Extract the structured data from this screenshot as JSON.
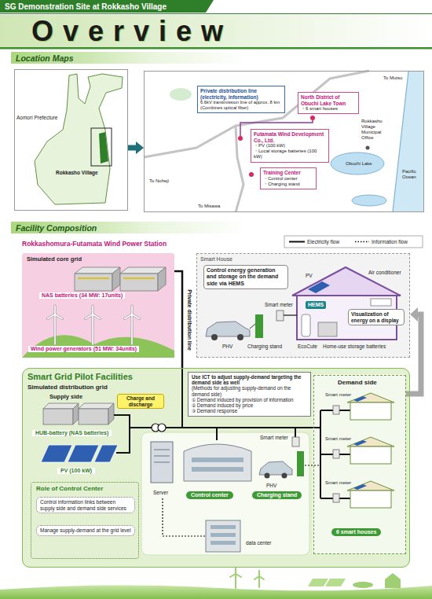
{
  "diagram": {
    "title": "Overview",
    "nodes": [
      {
        "text": [
          "Aomori Prefecture",
          "Rokkasho Village"
        ]
      },
      {
        "text": [
          "To Mutsu",
          "Obuchi Lake",
          "Rokkasho Village Municipal Office",
          "Pacific Ocean",
          "To Misawa",
          "To Noheji"
        ]
      },
      {
        "text": [
          "Private distribution line (electricity, information)",
          "6.6kV transmission line of approx. 8 km (Combines optical fiber)"
        ],
        "in": 1
      },
      {
        "text": [
          "North District of Obuchi Lake Town",
          "・6 smart houses"
        ],
        "in": 1
      },
      {
        "text": [
          "Futamata Wind Development Co., Ltd.",
          "・PV (100 kW)",
          "・Local storage batteries (100 kW)"
        ],
        "in": 1
      },
      {
        "text": [
          "Training Center",
          "・Control center",
          "・Charging stand"
        ],
        "in": 1
      },
      {
        "text": [
          "Rokkashomura-Futamata Wind Power Station",
          "Simulated core grid",
          "NAS batteries (34 MW: 17units)",
          "Wind power generators (51 MW: 34units)"
        ]
      },
      {
        "text": [
          "Smart House",
          "Air conditioner",
          "Smart meter",
          "PV",
          "PHV",
          "Charging stand",
          "EcoCute",
          "Home-use storage batteries"
        ]
      },
      {
        "text": [
          "Control energy generation and storage on the demand side via HEMS"
        ],
        "in": 7
      },
      {
        "text": [
          "HEMS"
        ],
        "in": 7
      },
      {
        "text": [
          "Visualization of energy on a display"
        ],
        "in": 7
      },
      {
        "text": [
          "Smart Grid Pilot Facilities",
          "Simulated distribution grid",
          "Supply side",
          "HUB-battery (NAS batteries)",
          "PV (100 kW)",
          "Server",
          "Smart meter",
          "PHV",
          "data center"
        ]
      },
      {
        "text": [
          "Charge and discharge"
        ],
        "in": 11
      },
      {
        "text": [
          "Use ICT to adjust supply-demand targeting the demand side as well",
          "(Methods for adjusting supply-demand on the demand side)",
          "① Demand induced by provision of information",
          "② Demand induced by price",
          "③ Demand response"
        ],
        "in": 11
      },
      {
        "text": [
          "Control center"
        ],
        "in": 11
      },
      {
        "text": [
          "Charging stand"
        ],
        "in": 11
      },
      {
        "text": [
          "Demand side",
          "Smart meter",
          "Smart meter",
          "Smart meter"
        ],
        "in": 11
      },
      {
        "text": [
          "6 smart houses"
        ],
        "in": 16
      },
      {
        "text": [
          "Role of Control Center"
        ],
        "in": 11
      },
      {
        "text": [
          "Control information links between supply side and demand side services"
        ],
        "in": 18
      },
      {
        "text": [
          "Manage supply-demand at the grid level"
        ],
        "in": 18
      }
    ],
    "edges": [
      {
        "from": 0,
        "to": 1,
        "arrow": "to"
      },
      {
        "from": 6,
        "to": 11,
        "label": "Private distribution line",
        "arrow": "none"
      },
      {
        "from": 16,
        "to": 7,
        "arrow": "to"
      }
    ],
    "labels": [
      "SG Demonstration Site at Rokkasho Village",
      "Location Maps",
      "Facility Composition"
    ],
    "legend": [
      {
        "text": "Electricity flow"
      },
      {
        "text": "Information flow"
      }
    ]
  }
}
